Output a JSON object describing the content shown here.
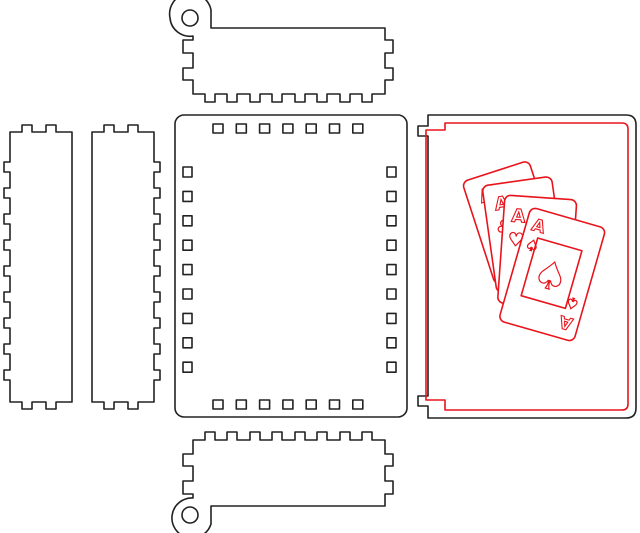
{
  "colors": {
    "cut_line": "#222222",
    "engrave_line": "#e8141c",
    "background": "#ffffff"
  },
  "cards": [
    {
      "rank": "A",
      "suit": "♦"
    },
    {
      "rank": "A",
      "suit": "♣"
    },
    {
      "rank": "A",
      "suit": "♥"
    },
    {
      "rank": "A",
      "suit": "♠"
    }
  ]
}
